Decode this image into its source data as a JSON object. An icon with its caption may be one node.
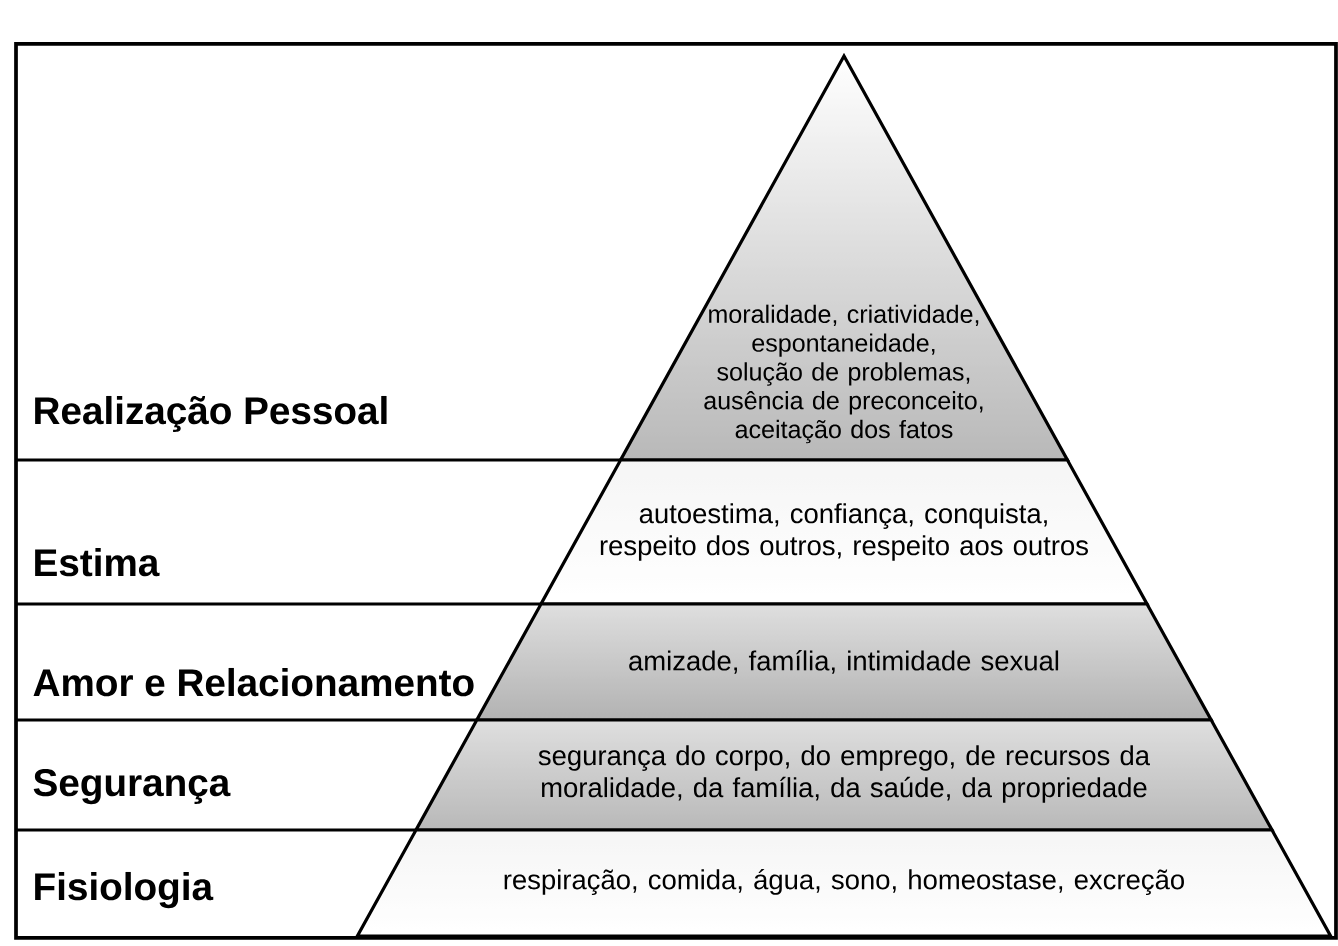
{
  "diagram": {
    "nodes": [
      {
        "text": [
          "moralidade, criatividade, espontaneidade, solução de problemas, ausência de preconceito, aceitação dos fatos"
        ]
      },
      {
        "text": [
          "autoestima, confiança, conquista, respeito dos outros, respeito aos outros"
        ]
      },
      {
        "text": [
          "amizade, família, intimidade sexual"
        ]
      },
      {
        "text": [
          "segurança do corpo, do emprego, de recursos da moralidade, da família, da saúde, da propriedade"
        ]
      },
      {
        "text": [
          "respiração, comida, água, sono, homeostase, excreção"
        ]
      }
    ],
    "labels": [
      "Realização Pessoal",
      "Estima",
      "Amor e Relacionamento",
      "Segurança",
      "Fisiologia"
    ]
  }
}
